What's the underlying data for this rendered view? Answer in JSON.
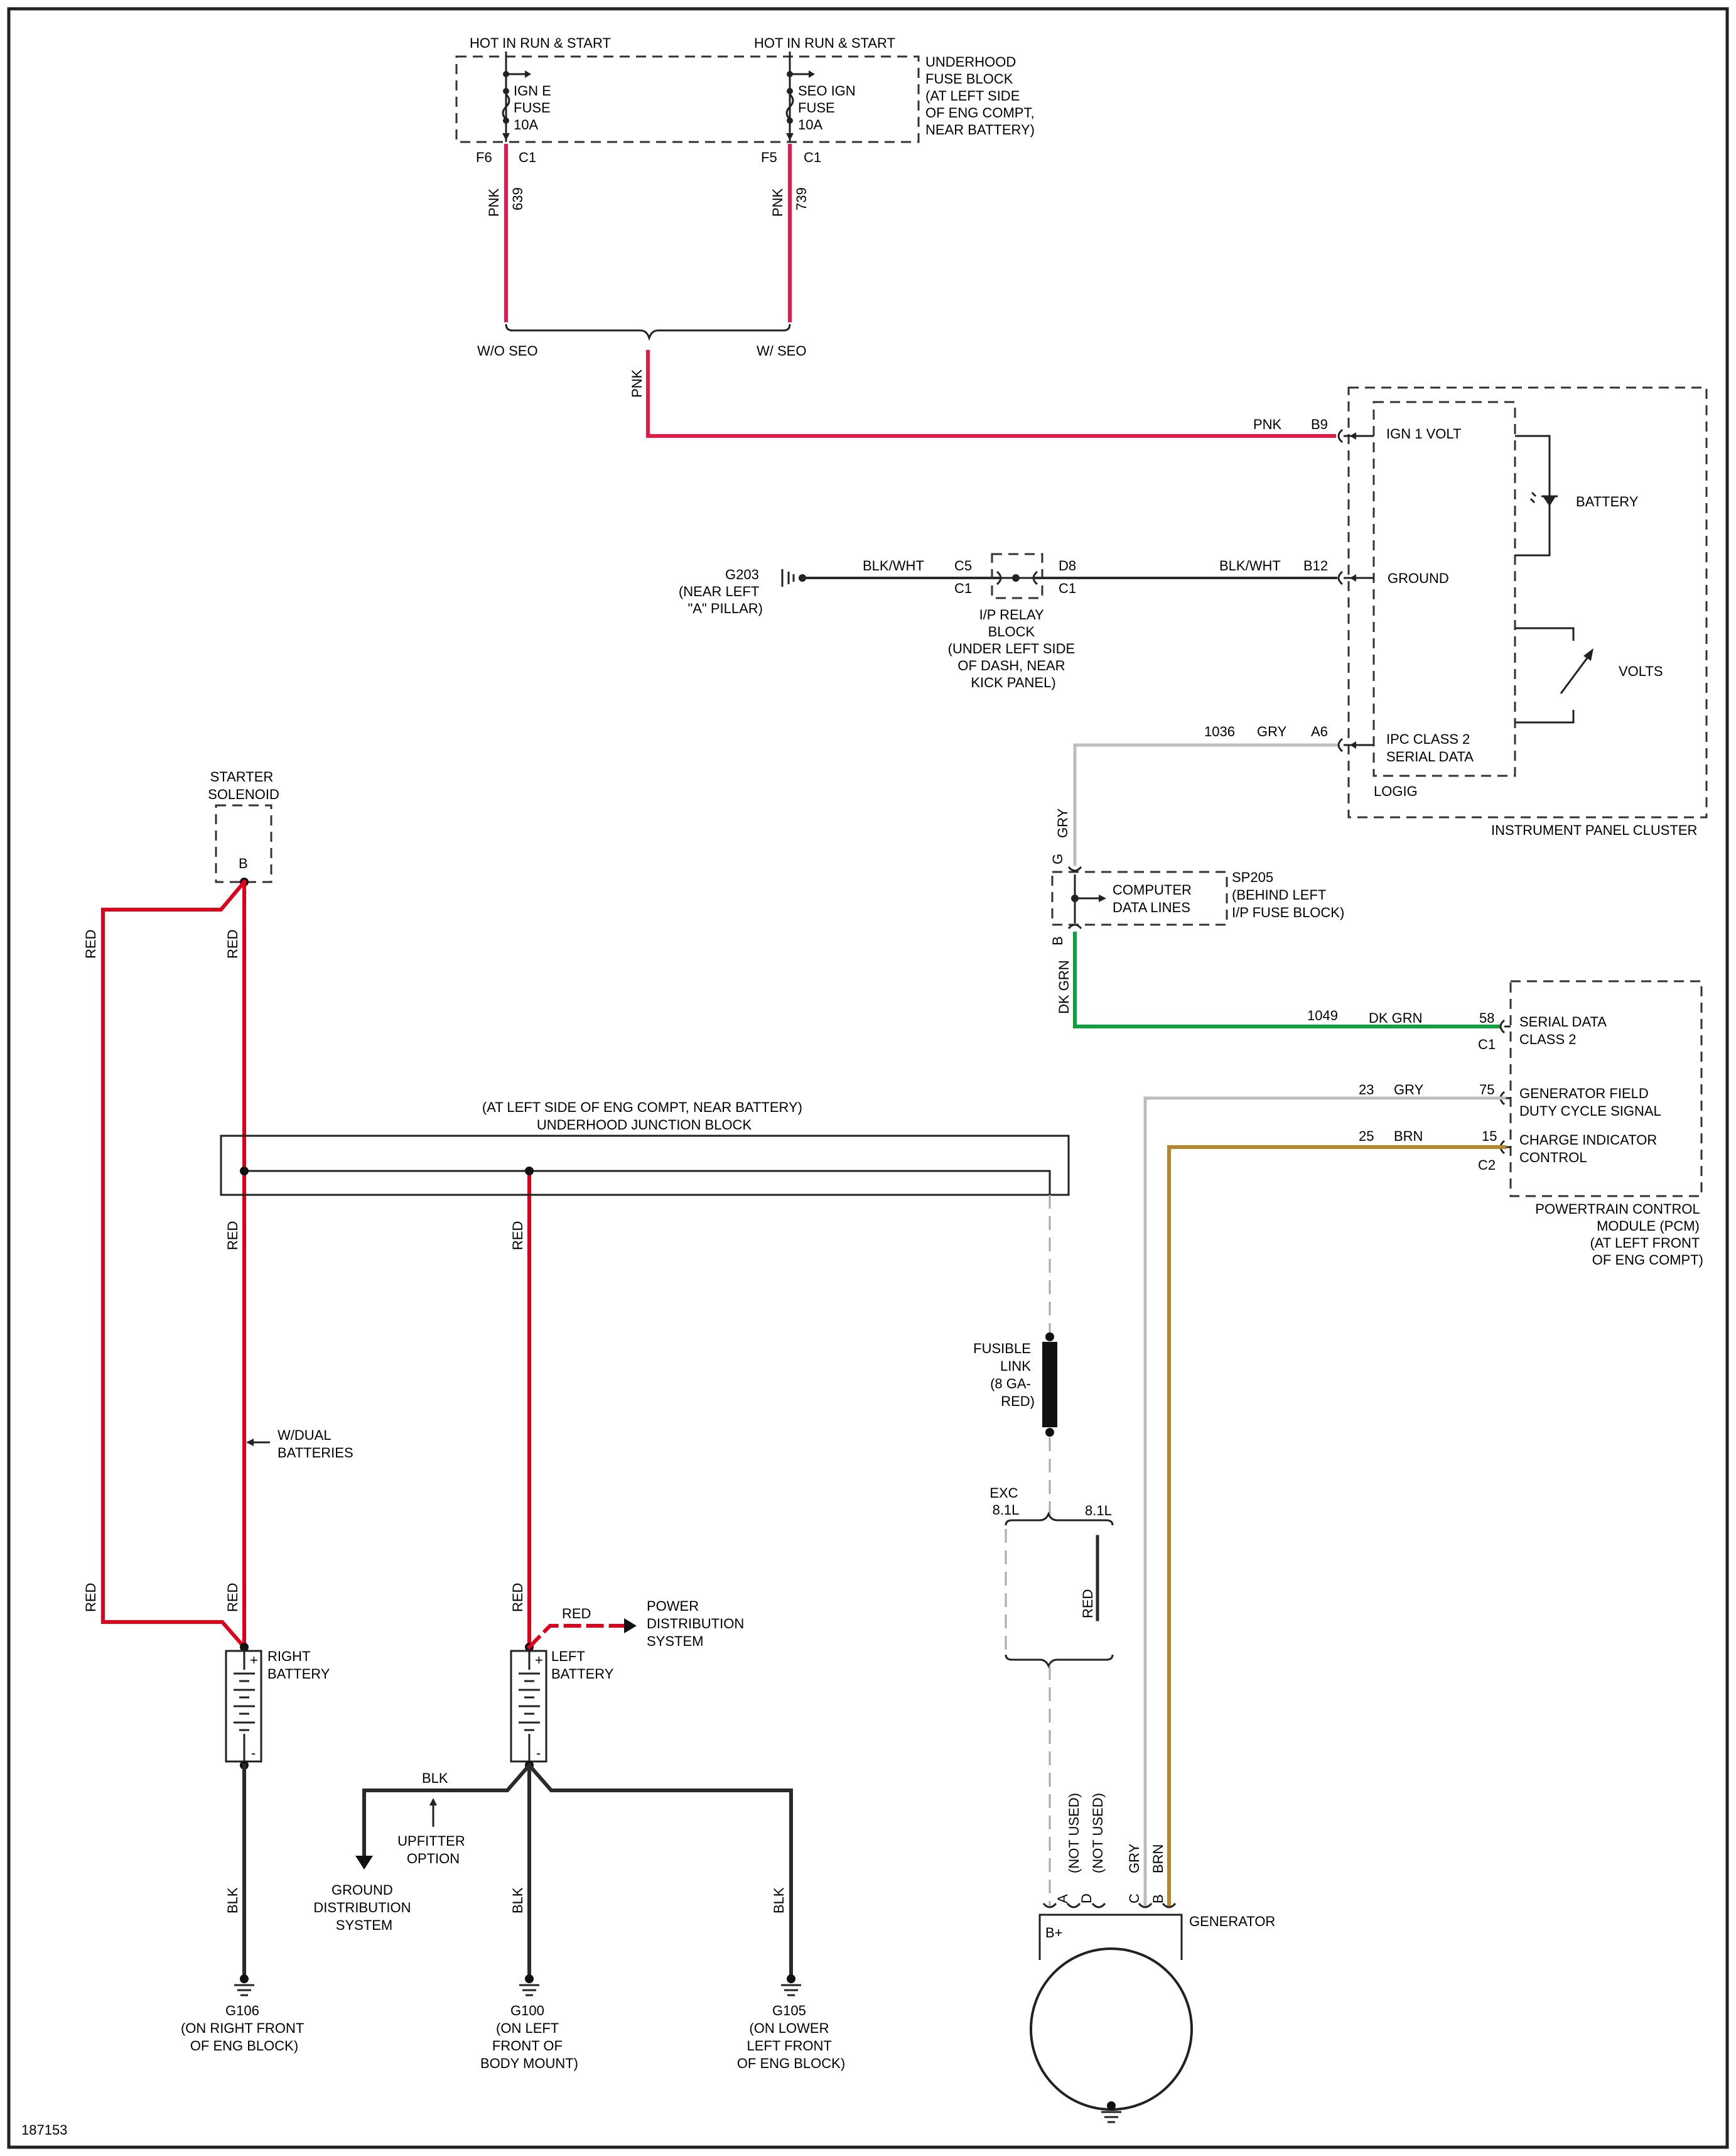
{
  "figure_id": "187153",
  "fuse_block": {
    "hot_label_1": "HOT IN RUN & START",
    "hot_label_2": "HOT IN RUN & START",
    "name_lines": [
      "UNDERHOOD",
      "FUSE BLOCK",
      "(AT LEFT SIDE",
      "OF ENG COMPT,",
      "NEAR BATTERY)"
    ],
    "fuse1_lines": [
      "IGN E",
      "FUSE",
      "10A"
    ],
    "fuse2_lines": [
      "SEO IGN",
      "FUSE",
      "10A"
    ],
    "pin1": "F6",
    "conn1": "C1",
    "pin2": "F5",
    "conn2": "C1",
    "wire1_color": "PNK",
    "wire1_circuit": "639",
    "wire2_color": "PNK",
    "wire2_circuit": "739",
    "option_left": "W/O SEO",
    "option_right": "W/ SEO",
    "merged_color": "PNK"
  },
  "ipc": {
    "name": "INSTRUMENT PANEL CLUSTER",
    "logic_label": "LOGIG",
    "ign_wire_color": "PNK",
    "ign_pin": "B9",
    "ign_label": "IGN 1 VOLT",
    "battery_label": "BATTERY",
    "ground_wire_color": "BLK/WHT",
    "ground_pin": "B12",
    "ground_label": "GROUND",
    "volts_label": "VOLTS",
    "data_circuit": "1036",
    "data_color": "GRY",
    "data_pin": "A6",
    "data_label_lines": [
      "IPC CLASS 2",
      "SERIAL DATA"
    ]
  },
  "ground_g203": {
    "lines": [
      "G203",
      "(NEAR LEFT",
      "\"A\" PILLAR)"
    ],
    "wire_color": "BLK/WHT"
  },
  "ip_relay_block": {
    "pin_left": "C5",
    "conn_left": "C1",
    "pin_right": "D8",
    "conn_right": "C1",
    "lines": [
      "I/P RELAY",
      "BLOCK",
      "(UNDER LEFT SIDE",
      "OF DASH, NEAR",
      "KICK PANEL)"
    ]
  },
  "sp205": {
    "top_pin": "G",
    "top_color": "GRY",
    "bottom_pin": "B",
    "bottom_color": "DK GRN",
    "inner_lines": [
      "COMPUTER",
      "DATA LINES"
    ],
    "name_lines": [
      "SP205",
      "(BEHIND LEFT",
      "I/P FUSE BLOCK)"
    ]
  },
  "pcm": {
    "name_lines": [
      "POWERTRAIN CONTROL",
      "MODULE (PCM)",
      "(AT LEFT FRONT",
      "OF ENG COMPT)"
    ],
    "serial_circuit": "1049",
    "serial_color": "DK GRN",
    "serial_pin": "58",
    "serial_conn": "C1",
    "serial_lines": [
      "SERIAL DATA",
      "CLASS 2"
    ],
    "field_circuit": "23",
    "field_color": "GRY",
    "field_pin": "75",
    "field_lines": [
      "GENERATOR FIELD",
      "DUTY CYCLE SIGNAL"
    ],
    "charge_circuit": "25",
    "charge_color": "BRN",
    "charge_pin": "15",
    "charge_conn": "C2",
    "charge_lines": [
      "CHARGE INDICATOR",
      "CONTROL"
    ]
  },
  "starter": {
    "lines": [
      "STARTER",
      "SOLENOID"
    ],
    "pin": "B"
  },
  "junction_block": {
    "lines": [
      "(AT LEFT SIDE OF ENG COMPT, NEAR BATTERY)",
      "UNDERHOOD JUNCTION BLOCK"
    ]
  },
  "wires": {
    "red_outer_upper": "RED",
    "red_solenoid": "RED",
    "red_right_mid": "RED",
    "red_left_mid": "RED",
    "red_outer_lower": "RED",
    "red_right_lower": "RED",
    "red_left_lower": "RED",
    "red_power_dist": "RED",
    "dual_batteries_lines": [
      "W/DUAL",
      "BATTERIES"
    ],
    "power_dist_lines": [
      "POWER",
      "DISTRIBUTION",
      "SYSTEM"
    ],
    "blk_upfitter": "BLK",
    "blk_g106": "BLK",
    "blk_g100": "BLK",
    "blk_g105": "BLK",
    "upfitter_lines": [
      "UPFITTER",
      "OPTION"
    ],
    "ground_dist_lines": [
      "GROUND",
      "DISTRIBUTION",
      "SYSTEM"
    ]
  },
  "batteries": {
    "right_lines": [
      "RIGHT",
      "BATTERY"
    ],
    "left_lines": [
      "LEFT",
      "BATTERY"
    ],
    "plus": "+",
    "minus": "-"
  },
  "fusible_link": {
    "lines": [
      "FUSIBLE",
      "LINK",
      "(8 GA-",
      "RED)"
    ],
    "exc_lines": [
      "EXC",
      "8.1L"
    ],
    "option_81": "8.1L",
    "option_81_color": "RED"
  },
  "grounds": {
    "g106_lines": [
      "G106",
      "(ON RIGHT FRONT",
      "OF ENG BLOCK)"
    ],
    "g100_lines": [
      "G100",
      "(ON LEFT",
      "FRONT OF",
      "BODY MOUNT)"
    ],
    "g105_lines": [
      "G105",
      "(ON LOWER",
      "LEFT FRONT",
      "OF ENG BLOCK)"
    ]
  },
  "generator": {
    "name": "GENERATOR",
    "bplus": "B+",
    "pin_a": "A",
    "pin_d": "D",
    "pin_c": "C",
    "pin_b": "B",
    "pin_a_note": "(NOT USED)",
    "pin_d_note": "(NOT USED)",
    "pin_c_color": "GRY",
    "pin_b_color": "BRN"
  },
  "colors": {
    "red": "#e0001c",
    "pink": "#e8194a",
    "black": "#2a2a2a",
    "gray": "#bdbdbd",
    "green": "#0aa43a",
    "brown": "#b8862a"
  }
}
